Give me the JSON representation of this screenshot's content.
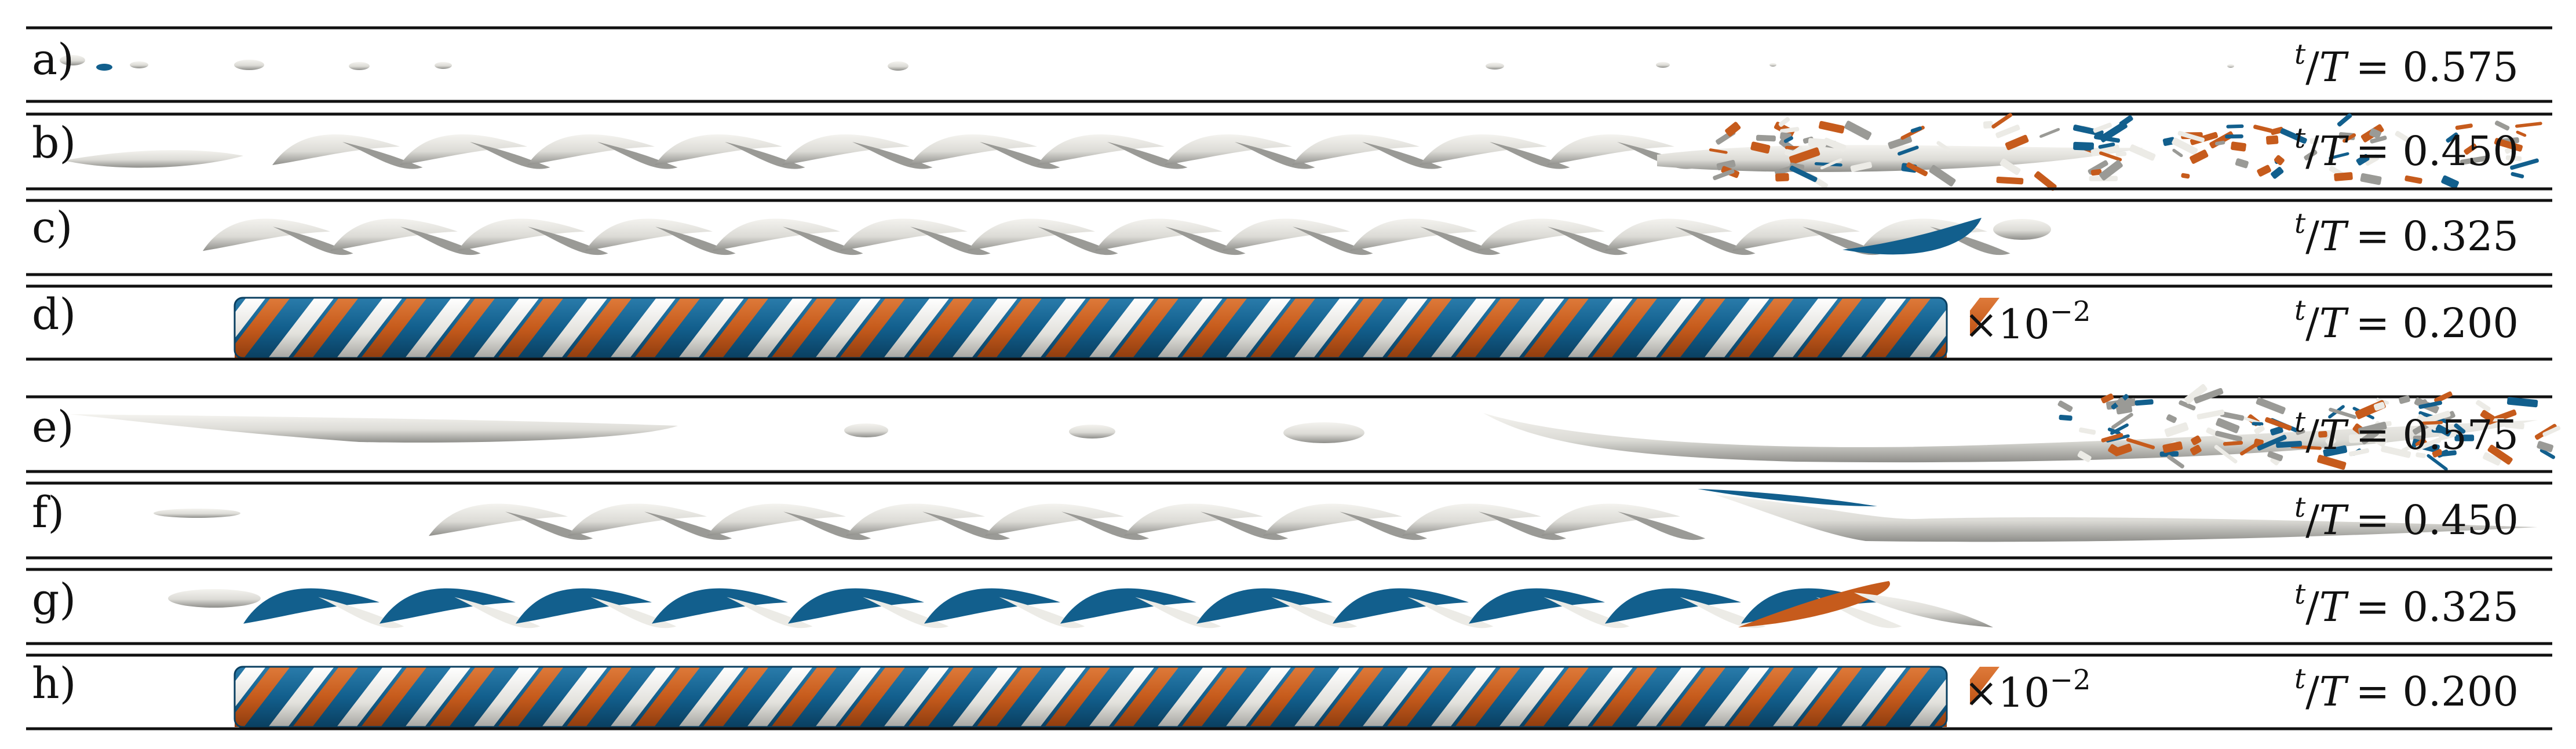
{
  "colors": {
    "background": "#ffffff",
    "rule": "#111111",
    "surface_light": "#ecebe6",
    "surface_shade": "#9a9a96",
    "positive": "#c65b1c",
    "negative": "#125f8d"
  },
  "panels": [
    {
      "label": "a)",
      "t_num": "t",
      "t_den": "T",
      "t_value": "= 0.575",
      "scale_text": "",
      "render": "sparse"
    },
    {
      "label": "b)",
      "t_num": "t",
      "t_den": "T",
      "t_value": "= 0.450",
      "scale_text": "",
      "render": "helix_turbulent"
    },
    {
      "label": "c)",
      "t_num": "t",
      "t_den": "T",
      "t_value": "= 0.325",
      "scale_text": "",
      "render": "helix_grey"
    },
    {
      "label": "d)",
      "t_num": "t",
      "t_den": "T",
      "t_value": "= 0.200",
      "scale_text": "×10",
      "scale_exp": "−2",
      "render": "tube"
    },
    {
      "label": "e)",
      "t_num": "t",
      "t_den": "T",
      "t_value": "= 0.575",
      "scale_text": "",
      "render": "jet_turbulent"
    },
    {
      "label": "f)",
      "t_num": "t",
      "t_den": "T",
      "t_value": "= 0.450",
      "scale_text": "",
      "render": "helix_jet"
    },
    {
      "label": "g)",
      "t_num": "t",
      "t_den": "T",
      "t_value": "= 0.325",
      "scale_text": "",
      "render": "helix_blue"
    },
    {
      "label": "h)",
      "t_num": "t",
      "t_den": "T",
      "t_value": "= 0.200",
      "scale_text": "×10",
      "scale_exp": "−2",
      "render": "tube"
    }
  ]
}
